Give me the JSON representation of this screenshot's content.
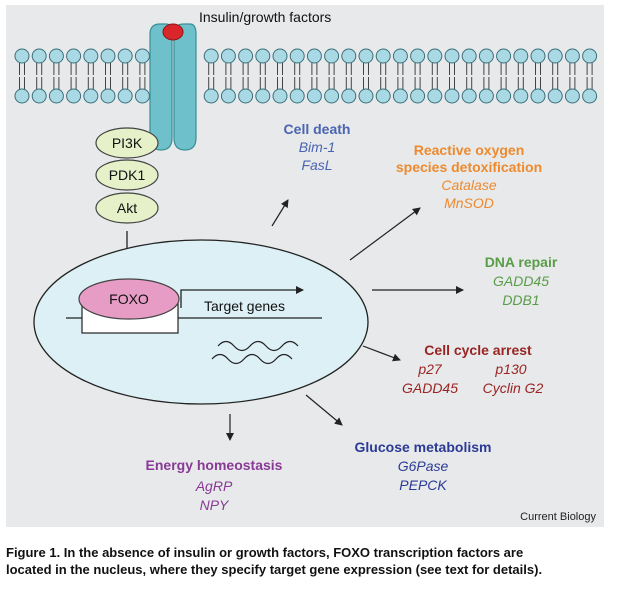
{
  "colors": {
    "panel_bg": "#e7e9ea",
    "membrane_head": "#a9d9e4",
    "membrane_tail": "#444444",
    "receptor": "#6ec1cb",
    "receptor_ligand": "#d8262a",
    "kinase_fill": "#e6f0c9",
    "nucleus_fill": "#dcf0f6",
    "foxo_fill": "#e79cc6",
    "cell_death": "#4a64b2",
    "ros": "#ee8a2e",
    "dna_repair": "#5a9c48",
    "cell_cycle": "#9a2424",
    "glucose": "#2b3a96",
    "energy": "#8a3a96"
  },
  "ligand_label": "Insulin/growth factors",
  "kinases": [
    "PI3K",
    "PDK1",
    "Akt"
  ],
  "foxo_label": "FOXO",
  "target_genes_label": "Target genes",
  "outputs": {
    "cell_death": {
      "title": "Cell death",
      "genes": [
        "Bim-1",
        "FasL"
      ]
    },
    "ros": {
      "title_line1": "Reactive oxygen",
      "title_line2": "species detoxification",
      "genes": [
        "Catalase",
        "MnSOD"
      ]
    },
    "dna_repair": {
      "title": "DNA repair",
      "genes": [
        "GADD45",
        "DDB1"
      ]
    },
    "cell_cycle": {
      "title": "Cell cycle arrest",
      "genes_row1": [
        "p27",
        "p130"
      ],
      "genes_row2": [
        "GADD45",
        "Cyclin G2"
      ]
    },
    "glucose": {
      "title": "Glucose metabolism",
      "genes": [
        "G6Pase",
        "PEPCK"
      ]
    },
    "energy": {
      "title": "Energy homeostasis",
      "genes": [
        "AgRP",
        "NPY"
      ]
    }
  },
  "credit": "Current Biology",
  "caption_line1": "Figure 1. In the absence of insulin or growth factors, FOXO transcription factors are",
  "caption_line2": "located in the nucleus, where they specify target gene expression (see text for details)."
}
